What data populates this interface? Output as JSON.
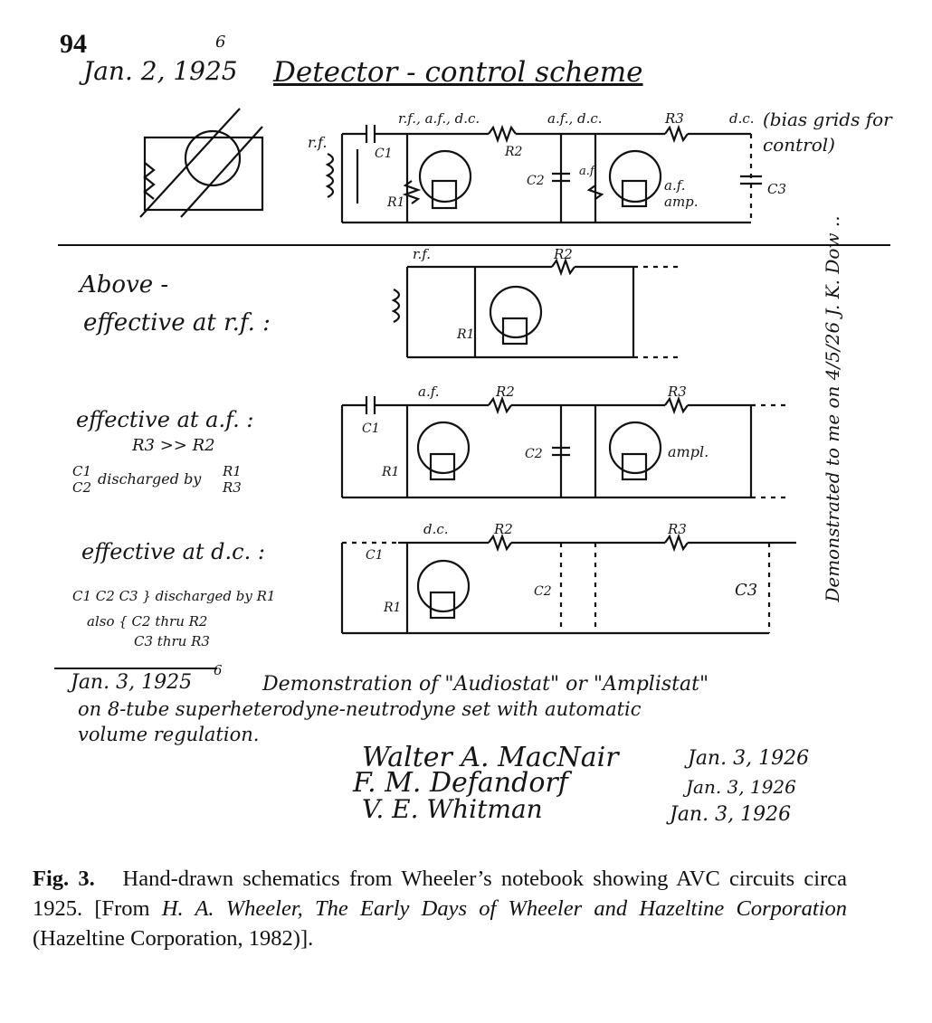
{
  "page_number": "94",
  "header": {
    "date": "Jan. 2, 1925",
    "date_note": "6",
    "title": "Detector - control scheme"
  },
  "top_circuit": {
    "labels": [
      "r.f.",
      "C1",
      "r.f., a.f., d.c.",
      "R2",
      "R1",
      "a.f., d.c.",
      "C2",
      "a.f.",
      "R3",
      "a.f. amp.",
      "d.c.",
      "(bias grids for control)",
      "C3"
    ]
  },
  "section_rf": {
    "heading": "Above -",
    "text": "effective at r.f. :",
    "labels": [
      "r.f.",
      "R2",
      "R1"
    ]
  },
  "section_af": {
    "text": "effective at a.f. :",
    "relation": "R3 >> R2",
    "note_left": "C1\nC2",
    "note_mid": "discharged by",
    "note_right": "R1\nR3",
    "labels": [
      "C1",
      "a.f.",
      "R2",
      "R3",
      "R1",
      "C2",
      "ampl."
    ]
  },
  "section_dc": {
    "text": "effective at d.c. :",
    "note1": "C1 C2 C3 } discharged by R1",
    "note2": "also { C2 thru R2",
    "note3": "C3 thru R3",
    "labels": [
      "d.c.",
      "R2",
      "R3",
      "C1",
      "C2",
      "C3",
      "R1"
    ]
  },
  "side_note": "Demonstrated to me on 4/5/26 J. K. Dow ..",
  "footer": {
    "date": "Jan. 3, 1925",
    "date_note": "6",
    "line1": "Demonstration of \"Audiostat\" or \"Amplistat\"",
    "line2": "on 8-tube superheterodyne-neutrodyne set with automatic",
    "line3": "volume regulation."
  },
  "signatures": [
    {
      "name": "Walter A. MacNair",
      "date": "Jan. 3, 1926"
    },
    {
      "name": "F. M. Defandorf",
      "date": "Jan. 3, 1926"
    },
    {
      "name": "V. E. Whitman",
      "date": "Jan. 3, 1926"
    }
  ],
  "caption": {
    "label": "Fig. 3.",
    "text_1": "Hand-drawn schematics from Wheeler’s notebook showing AVC circuits circa 1925. [From ",
    "italic": "H. A. Wheeler, The Early Days of Wheeler and Hazeltine Corporation",
    "text_2": " (Hazeltine Corporation, 1982)]."
  }
}
